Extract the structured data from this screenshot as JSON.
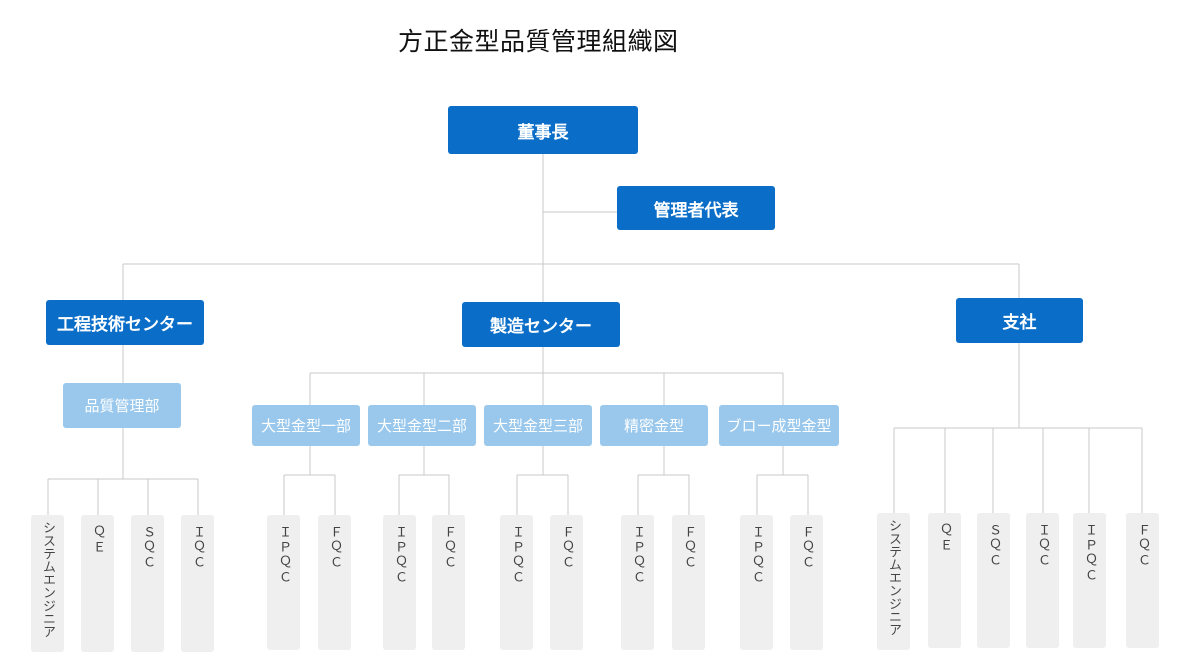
{
  "title": "方正金型品質管理組織図",
  "top": "董事長",
  "rep": "管理者代表",
  "centers": {
    "eng": "工程技術センター",
    "mfg": "製造センター",
    "branch": "支社"
  },
  "eng_sub": "品質管理部",
  "mfg_subs": [
    "大型金型一部",
    "大型金型二部",
    "大型金型三部",
    "精密金型",
    "ブロー成型金型"
  ],
  "eng_leaves": [
    "システムエンジニア",
    "ＱＥ",
    "ＳＱＣ",
    "ＩＱＣ"
  ],
  "mfg_leaves": [
    "ＩＰＱＣ",
    "ＦＱＣ"
  ],
  "branch_leaves": [
    "システムエンジニア",
    "ＱＥ",
    "ＳＱＣ",
    "ＩＱＣ",
    "ＩＰＱＣ",
    "ＦＱＣ"
  ],
  "colors": {
    "primary": "#0a6ec8",
    "secondary": "#99c8ec",
    "leaf": "#efefef",
    "line": "#c8c8c8"
  }
}
